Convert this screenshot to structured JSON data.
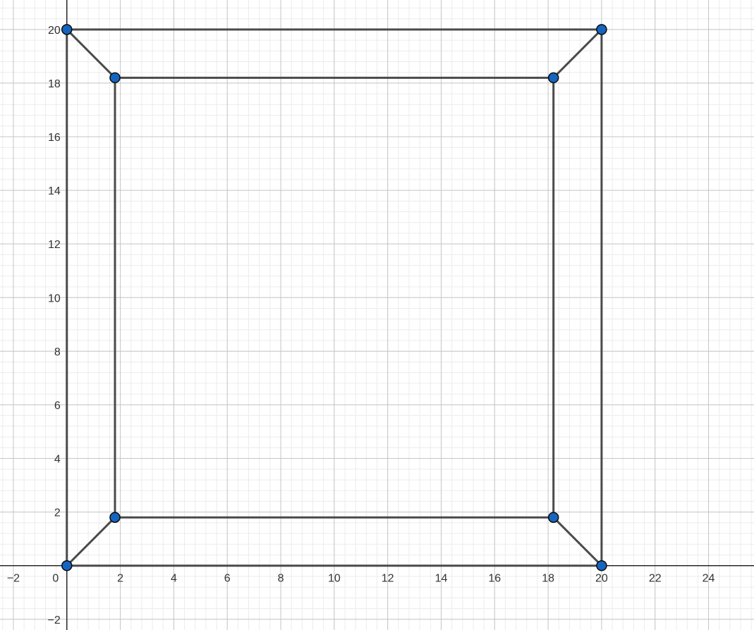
{
  "colors": {
    "minor_grid": "#ececec",
    "major_grid": "#c6c6c6",
    "axis": "#1a1a1a",
    "segment": "#4a4a4a",
    "point_fill": "#1565c0",
    "point_stroke": "#0b0b0b",
    "background": "#ffffff"
  },
  "chart_data": {
    "type": "scatter",
    "xlim": [
      -2.5,
      25.7
    ],
    "ylim": [
      -2.4,
      21.1
    ],
    "grid": true,
    "major_step": 2,
    "minor_step": 0.4,
    "x_ticks": [
      "−2",
      "0",
      "2",
      "4",
      "6",
      "8",
      "10",
      "12",
      "14",
      "16",
      "18",
      "20",
      "22",
      "24"
    ],
    "y_ticks": [
      "−2",
      "2",
      "4",
      "6",
      "8",
      "10",
      "12",
      "14",
      "16",
      "18",
      "20"
    ],
    "points": [
      {
        "x": 0,
        "y": 0
      },
      {
        "x": 20,
        "y": 0
      },
      {
        "x": 20,
        "y": 20
      },
      {
        "x": 0,
        "y": 20
      },
      {
        "x": 1.8,
        "y": 1.8
      },
      {
        "x": 18.2,
        "y": 1.8
      },
      {
        "x": 18.2,
        "y": 18.2
      },
      {
        "x": 1.8,
        "y": 18.2
      }
    ],
    "segments": [
      [
        [
          0,
          0
        ],
        [
          20,
          0
        ]
      ],
      [
        [
          20,
          0
        ],
        [
          20,
          20
        ]
      ],
      [
        [
          20,
          20
        ],
        [
          0,
          20
        ]
      ],
      [
        [
          0,
          20
        ],
        [
          0,
          0
        ]
      ],
      [
        [
          1.8,
          1.8
        ],
        [
          18.2,
          1.8
        ]
      ],
      [
        [
          18.2,
          1.8
        ],
        [
          18.2,
          18.2
        ]
      ],
      [
        [
          18.2,
          18.2
        ],
        [
          1.8,
          18.2
        ]
      ],
      [
        [
          1.8,
          18.2
        ],
        [
          1.8,
          1.8
        ]
      ],
      [
        [
          0,
          0
        ],
        [
          1.8,
          1.8
        ]
      ],
      [
        [
          20,
          0
        ],
        [
          18.2,
          1.8
        ]
      ],
      [
        [
          20,
          20
        ],
        [
          18.2,
          18.2
        ]
      ],
      [
        [
          0,
          20
        ],
        [
          1.8,
          18.2
        ]
      ]
    ]
  }
}
